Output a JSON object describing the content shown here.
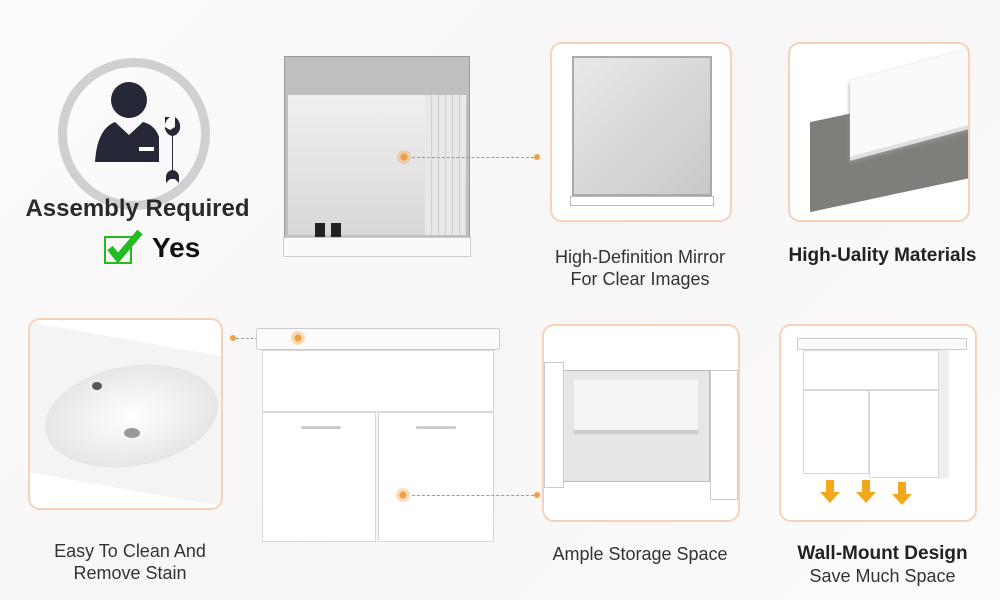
{
  "assembly": {
    "title": "Assembly Required",
    "answer": "Yes"
  },
  "features": [
    {
      "title": "High-Definition Mirror",
      "subtitle": "For Clear Images"
    },
    {
      "title": "High-Uality Materials"
    },
    {
      "title": "Easy To Clean And",
      "subtitle": "Remove Stain"
    },
    {
      "title": "Ample Storage Space"
    },
    {
      "title": "Wall-Mount Design",
      "subtitle": "Save Much Space"
    }
  ],
  "colors": {
    "accent": "#f0a040",
    "border": "#f6d2b8",
    "check": "#22bb22",
    "icon": "#262838"
  }
}
